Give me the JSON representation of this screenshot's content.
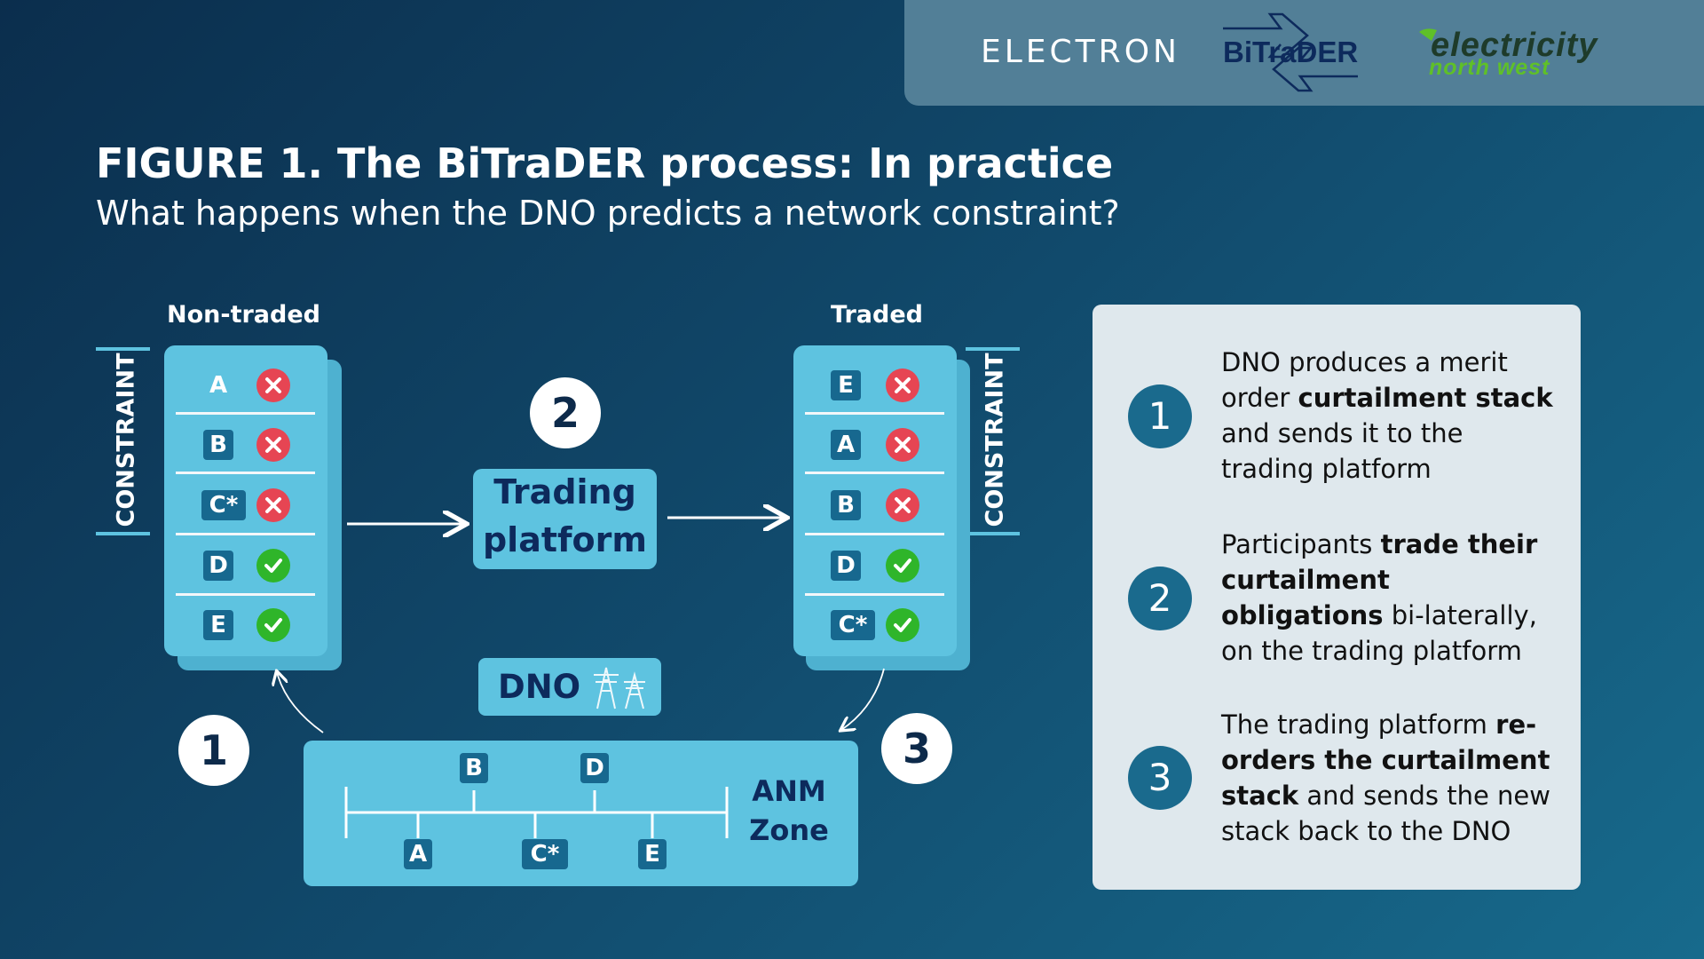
{
  "logos": {
    "electron": "ELECTRON",
    "bitrader": "BiTraDER",
    "enw_line1": "electricity",
    "enw_line2": "north west"
  },
  "title": "FIGURE 1. The BiTraDER process: In practice",
  "subtitle": "What happens when the DNO predicts a network constraint?",
  "non_traded": {
    "label": "Non-traded",
    "rows": [
      {
        "letter": "A",
        "status": "cross-icon"
      },
      {
        "letter": "B",
        "status": "cross-icon"
      },
      {
        "letter": "C*",
        "status": "cross-icon"
      },
      {
        "letter": "D",
        "status": "check-icon"
      },
      {
        "letter": "E",
        "status": "check-icon"
      }
    ]
  },
  "traded": {
    "label": "Traded",
    "rows": [
      {
        "letter": "E",
        "status": "cross-icon"
      },
      {
        "letter": "A",
        "status": "cross-icon"
      },
      {
        "letter": "B",
        "status": "cross-icon"
      },
      {
        "letter": "D",
        "status": "check-icon"
      },
      {
        "letter": "C*",
        "status": "check-icon"
      }
    ]
  },
  "constraint_label": "CONSTRAINT",
  "trading_platform": {
    "line1": "Trading",
    "line2": "platform"
  },
  "dno_label": "DNO",
  "anm": {
    "top_nodes": [
      "B",
      "D"
    ],
    "bottom_nodes": [
      "A",
      "C*",
      "E"
    ],
    "label_line1": "ANM",
    "label_line2": "Zone"
  },
  "step_numbers": [
    "1",
    "2",
    "3"
  ],
  "steps": [
    {
      "number": "1",
      "text_html": "DNO produces a merit order <b>curtailment stack</b> and sends it to the trading platform"
    },
    {
      "number": "2",
      "text_html": "Participants <b>trade their curtailment obligations</b> bi-laterally, on the trading platform"
    },
    {
      "number": "3",
      "text_html": "The trading platform <b>re-orders the curtailment stack</b> and sends the new stack back to the DNO"
    }
  ],
  "colors": {
    "accent": "#5ec3e0",
    "dark_text": "#0d2a5c",
    "letter_box": "#17688f",
    "cross": "#e64553",
    "check": "#2fb52a",
    "panel_bg": "#dfe8ed",
    "step_circle": "#1a6a8d"
  }
}
